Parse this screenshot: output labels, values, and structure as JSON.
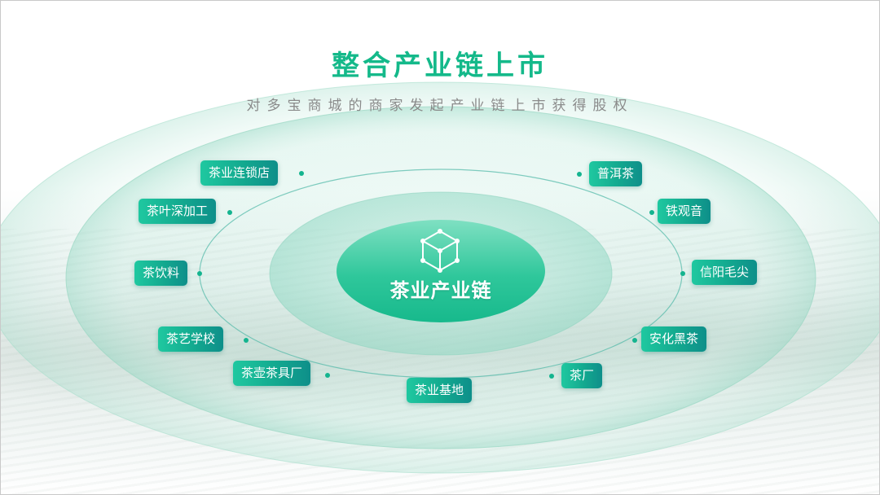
{
  "header": {
    "title": "整合产业链上市",
    "subtitle": "对多宝商城的商家发起产业链上市获得股权"
  },
  "diagram": {
    "center_label": "茶业产业链",
    "center_icon": "cube-network-icon",
    "nodes": [
      {
        "label": "茶业连锁店"
      },
      {
        "label": "茶叶深加工"
      },
      {
        "label": "茶饮料"
      },
      {
        "label": "茶艺学校"
      },
      {
        "label": "茶壶茶具厂"
      },
      {
        "label": "茶业基地"
      },
      {
        "label": "茶厂"
      },
      {
        "label": "安化黑茶"
      },
      {
        "label": "信阳毛尖"
      },
      {
        "label": "铁观音"
      },
      {
        "label": "普洱茶"
      }
    ]
  },
  "colors": {
    "accent": "#14b98a",
    "node_start": "#1fc8a0",
    "node_end": "#0e8f8a",
    "subtitle": "#8a8a8a"
  }
}
